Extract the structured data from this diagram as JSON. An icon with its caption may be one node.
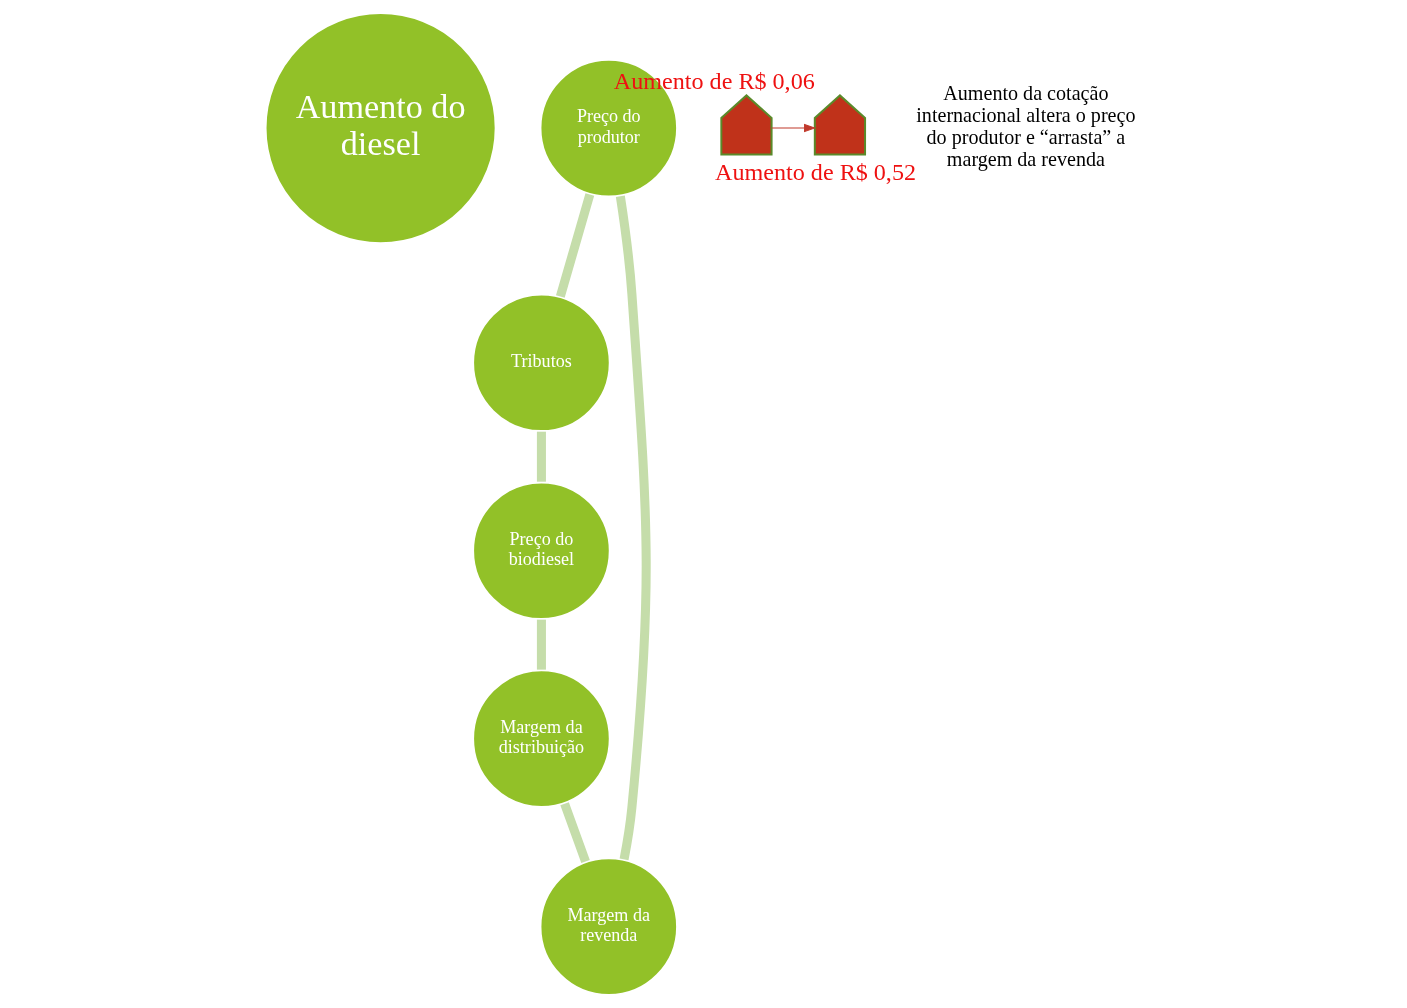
{
  "diagram": {
    "nodes": [
      {
        "text": [
          "Aumento do diesel"
        ]
      },
      {
        "text": [
          "Preço do produtor"
        ]
      },
      {
        "text": [
          "Tributos"
        ]
      },
      {
        "text": [
          "Preço do biodiesel"
        ]
      },
      {
        "text": [
          "Margem da distribuição"
        ]
      },
      {
        "text": [
          "Margem da revenda"
        ]
      },
      {
        "text": [],
        "shape": "arrow",
        "beside": [
          "Aumento de R$ 0,52"
        ]
      },
      {
        "text": [],
        "shape": "arrow",
        "beside": [
          "Aumento de R$ 0,06"
        ]
      }
    ],
    "edges": [
      {
        "from": 1,
        "to": 2,
        "arrow": "none"
      },
      {
        "from": 2,
        "to": 3,
        "arrow": "none"
      },
      {
        "from": 3,
        "to": 4,
        "arrow": "none"
      },
      {
        "from": 4,
        "to": 5,
        "arrow": "none"
      },
      {
        "from": 5,
        "to": 1,
        "arrow": "none"
      },
      {
        "from": 6,
        "to": 7,
        "arrow": "to",
        "color": "#c0392b"
      }
    ],
    "labels": [
      "Aumento da cotação internacional altera o preço do produtor e “arrasta” a margem da revenda"
    ]
  }
}
